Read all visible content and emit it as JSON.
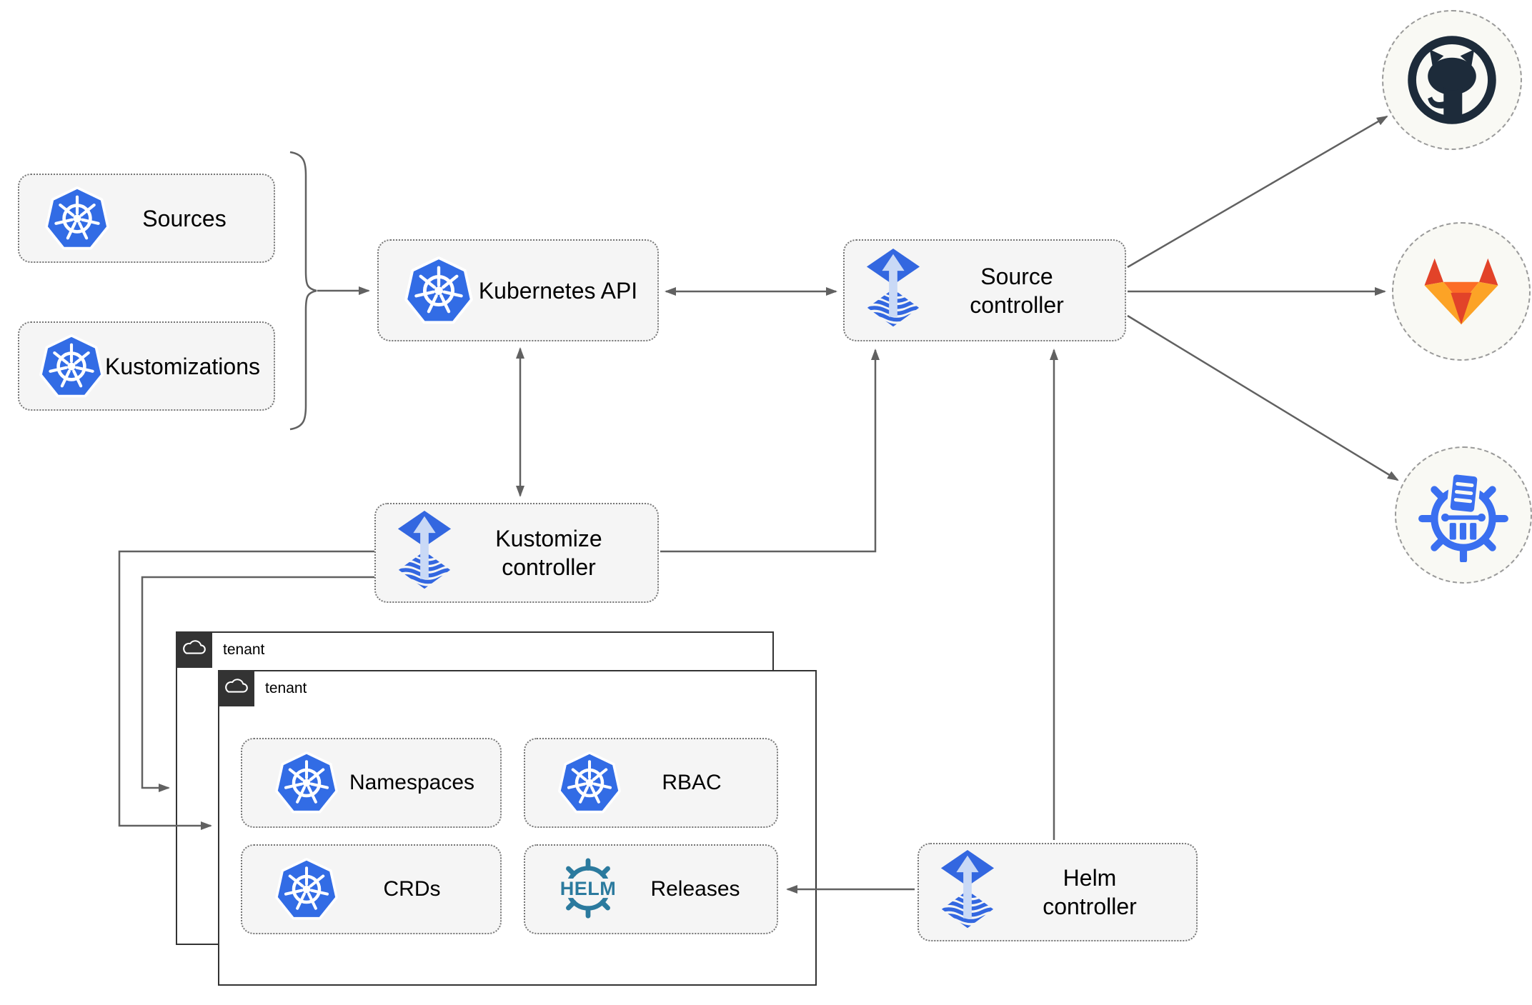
{
  "nodes": {
    "sources": {
      "label": "Sources",
      "icon": "kubernetes-icon"
    },
    "kustomizations": {
      "label": "Kustomizations",
      "icon": "kubernetes-icon"
    },
    "kubernetes_api": {
      "label": "Kubernetes API",
      "icon": "kubernetes-icon"
    },
    "source_controller": {
      "label": "Source\ncontroller",
      "icon": "flux-icon"
    },
    "kustomize_controller": {
      "label": "Kustomize\ncontroller",
      "icon": "flux-icon"
    },
    "helm_controller": {
      "label": "Helm\ncontroller",
      "icon": "flux-icon"
    },
    "namespaces": {
      "label": "Namespaces",
      "icon": "kubernetes-icon"
    },
    "rbac": {
      "label": "RBAC",
      "icon": "kubernetes-icon"
    },
    "crds": {
      "label": "CRDs",
      "icon": "kubernetes-icon"
    },
    "releases": {
      "label": "Releases",
      "icon": "helm-icon"
    }
  },
  "groups": {
    "tenant_outer": {
      "label": "tenant",
      "icon": "cloud-icon"
    },
    "tenant_inner": {
      "label": "tenant",
      "icon": "cloud-icon"
    }
  },
  "endpoints": {
    "github": {
      "icon": "github-icon"
    },
    "gitlab": {
      "icon": "gitlab-icon"
    },
    "harbor": {
      "icon": "harbor-registry-icon"
    }
  },
  "colors": {
    "kubernetes_blue": "#326ce5",
    "flux_blue": "#3367e0",
    "flux_light_blue": "#c9d9f6",
    "helm_teal": "#2b7a9e",
    "github_dark": "#1d2b3a",
    "gitlab_red": "#e24329",
    "gitlab_orange": "#fc6d26",
    "gitlab_light_orange": "#fca326",
    "harbor_blue": "#3a6ff0",
    "node_fill": "#f5f5f5",
    "connector_gray": "#616161",
    "tenant_border": "#333333"
  }
}
